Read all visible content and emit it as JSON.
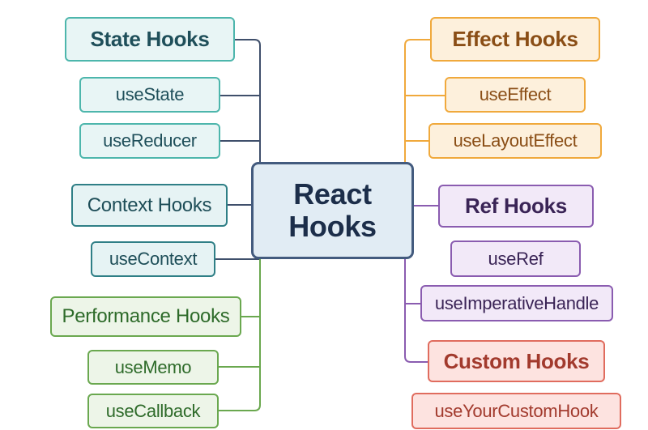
{
  "diagram": {
    "title": "React Hooks",
    "center": {
      "line1": "React",
      "line2": "Hooks"
    },
    "colors": {
      "state": "#4db6ac",
      "context": "#2f7f86",
      "effect": "#f0a93c",
      "ref": "#8a5cb0",
      "performance": "#6aa84f",
      "custom": "#e06c5e",
      "center": "#435b7e"
    },
    "groups": {
      "state": {
        "label": "State Hooks",
        "items": [
          "useState",
          "useReducer"
        ]
      },
      "context": {
        "label": "Context Hooks",
        "items": [
          "useContext"
        ]
      },
      "performance": {
        "label": "Performance Hooks",
        "items": [
          "useMemo",
          "useCallback"
        ]
      },
      "effect": {
        "label": "Effect Hooks",
        "items": [
          "useEffect",
          "useLayoutEffect"
        ]
      },
      "ref": {
        "label": "Ref Hooks",
        "items": [
          "useRef",
          "useImperativeHandle"
        ]
      },
      "custom": {
        "label": "Custom Hooks",
        "items": [
          "useYourCustomHook"
        ]
      }
    }
  }
}
